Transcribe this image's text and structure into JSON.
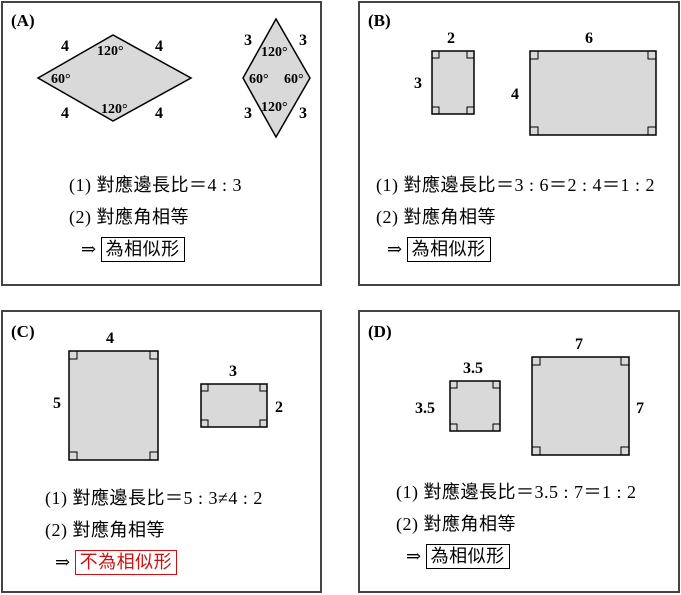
{
  "panels": {
    "A": {
      "tag": "(A)",
      "figure1": {
        "side_tl": "4",
        "side_tr": "4",
        "side_bl": "4",
        "side_br": "4",
        "angle_top": "120°",
        "angle_left": "60°",
        "angle_bottom": "120°"
      },
      "figure2": {
        "side_tl": "3",
        "side_tr": "3",
        "side_bl": "3",
        "side_br": "3",
        "angle_top": "120°",
        "angle_left": "60°",
        "angle_right": "60°",
        "angle_bottom": "120°"
      },
      "line1": "(1) 對應邊長比＝4 : 3",
      "line2": "(2) 對應角相等",
      "arrow": "⇒",
      "conclusion": "為相似形"
    },
    "B": {
      "tag": "(B)",
      "figure1": {
        "width_label": "2",
        "height_label": "3"
      },
      "figure2": {
        "width_label": "6",
        "height_label": "4"
      },
      "line1": "(1) 對應邊長比＝3 : 6＝2 : 4＝1 : 2",
      "line2": "(2) 對應角相等",
      "arrow": "⇒",
      "conclusion": "為相似形"
    },
    "C": {
      "tag": "(C)",
      "figure1": {
        "width_label": "4",
        "height_label": "5"
      },
      "figure2": {
        "width_label": "3",
        "height_label": "2"
      },
      "line1": "(1) 對應邊長比＝5 : 3≠4 : 2",
      "line2": "(2) 對應角相等",
      "arrow": "⇒",
      "conclusion": "不為相似形",
      "conclusion_color": "#d01010"
    },
    "D": {
      "tag": "(D)",
      "figure1": {
        "width_label": "3.5",
        "height_label": "3.5"
      },
      "figure2": {
        "width_label": "7",
        "height_label": "7"
      },
      "line1": "(1) 對應邊長比＝3.5 : 7＝1 : 2",
      "line2": "(2) 對應角相等",
      "arrow": "⇒",
      "conclusion": "為相似形"
    }
  },
  "colors": {
    "shape_fill": "#d9d9d9",
    "border": "#444444",
    "not_similar": "#d01010"
  }
}
